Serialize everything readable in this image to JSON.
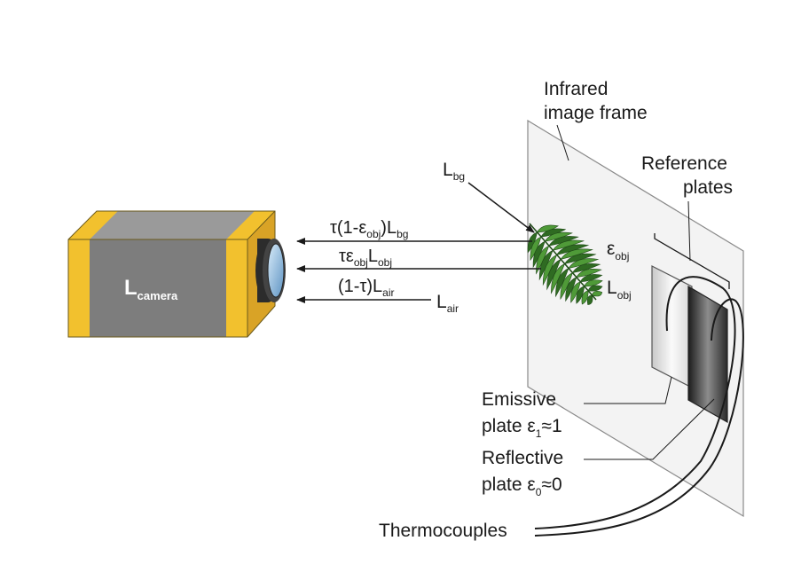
{
  "camera": {
    "symbol": "L",
    "subscript": "camera",
    "body_color": "#7d7d7d",
    "band_color": "#f2c12e",
    "lens_color": "#9fc8e8"
  },
  "rays": [
    {
      "id": "background",
      "parts": [
        [
          "τ(1-ε",
          ""
        ],
        [
          "obj",
          "sub"
        ],
        [
          ")L",
          ""
        ],
        [
          "bg",
          "sub"
        ]
      ]
    },
    {
      "id": "object",
      "parts": [
        [
          "τε",
          ""
        ],
        [
          "obj",
          "sub"
        ],
        [
          "L",
          ""
        ],
        [
          "obj",
          "sub"
        ]
      ]
    },
    {
      "id": "air",
      "parts": [
        [
          "(1-τ)L",
          ""
        ],
        [
          "air",
          "sub"
        ]
      ]
    }
  ],
  "symbols": {
    "l_bg": {
      "main": "L",
      "sub": "bg"
    },
    "l_air": {
      "main": "L",
      "sub": "air"
    },
    "eps_obj": {
      "main": "ε",
      "sub": "obj"
    },
    "l_obj": {
      "main": "L",
      "sub": "obj"
    }
  },
  "labels": {
    "infrared_line1": "Infrared",
    "infrared_line2": "image frame",
    "reference_line1": "Reference",
    "reference_line2": "plates",
    "emissive_line1": "Emissive",
    "emissive_line2_prefix": "plate ε",
    "emissive_line2_sub": "1",
    "emissive_line2_suffix": "≈1",
    "reflective_line1": "Reflective",
    "reflective_line2_prefix": "plate ε",
    "reflective_line2_sub": "0",
    "reflective_line2_suffix": "≈0",
    "thermocouples": "Thermocouples"
  },
  "colors": {
    "frame_fill": "#f3f3f3",
    "leaf_dark": "#2f6b22",
    "leaf_light": "#4f9a38",
    "plate_emissive": "#e6e6e6",
    "plate_reflective": "#2e2e2e"
  }
}
